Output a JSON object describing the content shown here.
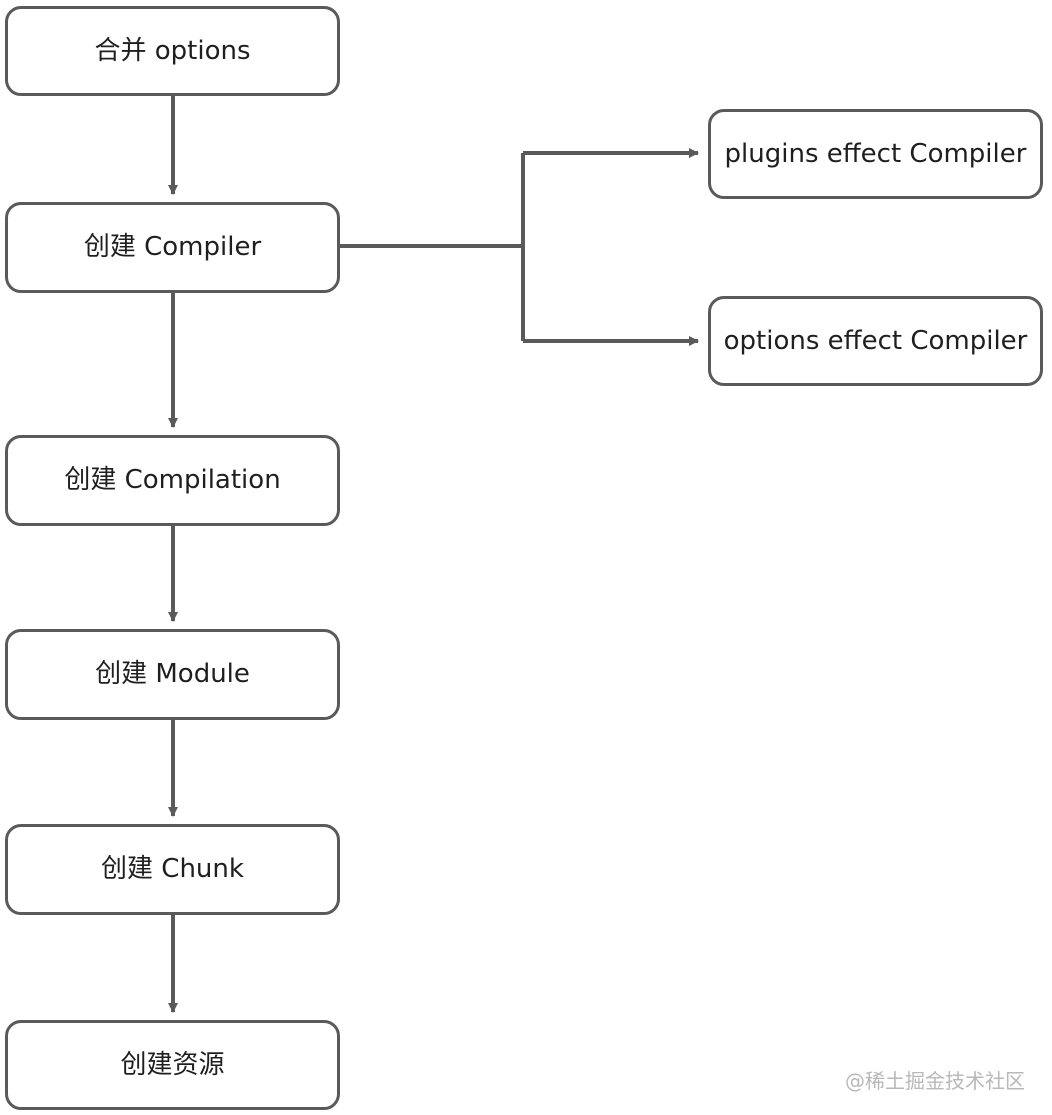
{
  "diagram": {
    "nodes": {
      "merge_options": "合并 options",
      "create_compiler": "创建 Compiler",
      "plugins_effect": "plugins effect Compiler",
      "options_effect": "options effect Compiler",
      "create_compilation": "创建 Compilation",
      "create_module": "创建 Module",
      "create_chunk": "创建 Chunk",
      "create_assets": "创建资源"
    },
    "watermark": "@稀土掘金技术社区"
  },
  "colors": {
    "border": "#5a5a5a",
    "arrow": "#5a5a5a",
    "text": "#1f1f1f",
    "watermark": "#b8b8b8",
    "background": "#ffffff"
  }
}
